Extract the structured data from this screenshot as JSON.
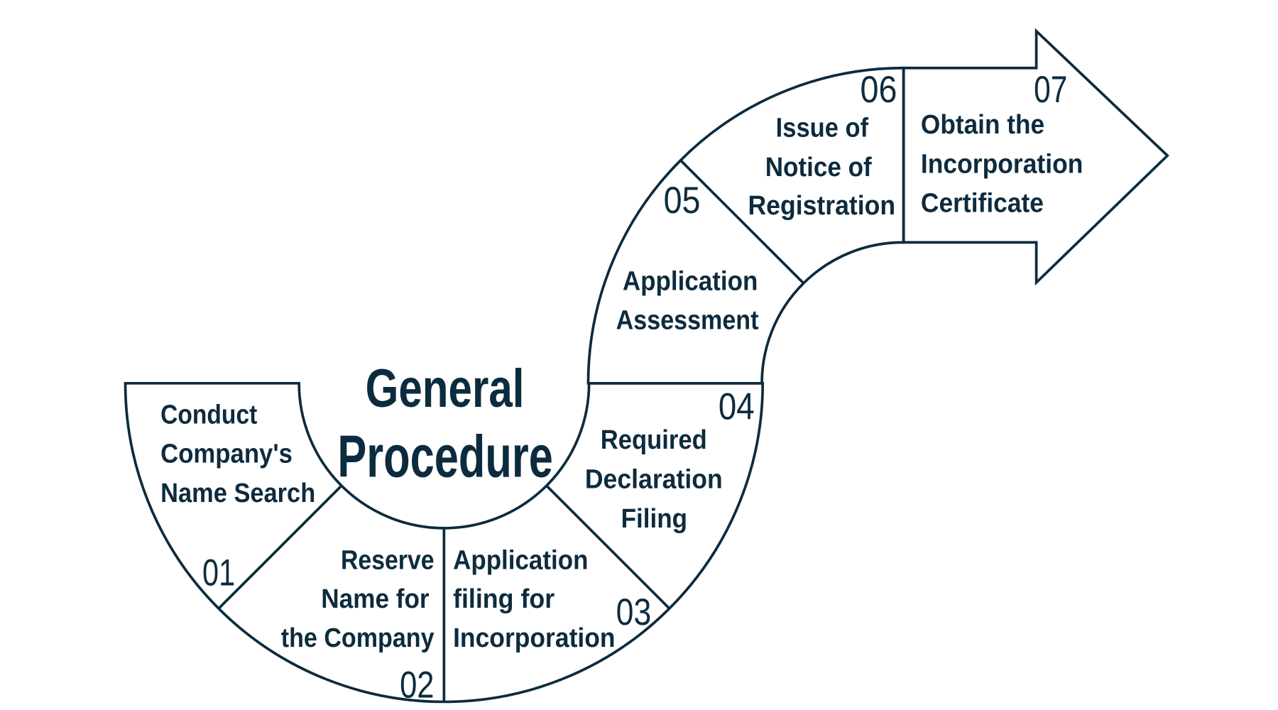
{
  "title": {
    "line1": "General",
    "line2": "Procedure"
  },
  "colors": {
    "stroke": "#0d2b3e",
    "text": "#0d2b3e",
    "fill": "#ffffff"
  },
  "steps": [
    {
      "number": "01",
      "lines": [
        "Conduct",
        "Company's",
        "Name Search"
      ]
    },
    {
      "number": "02",
      "lines": [
        "Reserve",
        "Name for",
        "the Company"
      ]
    },
    {
      "number": "03",
      "lines": [
        "Application",
        "filing for",
        "Incorporation"
      ]
    },
    {
      "number": "04",
      "lines": [
        "Required",
        "Declaration",
        "Filing"
      ]
    },
    {
      "number": "05",
      "lines": [
        "Application",
        "Assessment"
      ]
    },
    {
      "number": "06",
      "lines": [
        "Issue of",
        "Notice of",
        "Registration"
      ]
    },
    {
      "number": "07",
      "lines": [
        "Obtain the",
        "Incorporation",
        "Certificate"
      ]
    }
  ]
}
